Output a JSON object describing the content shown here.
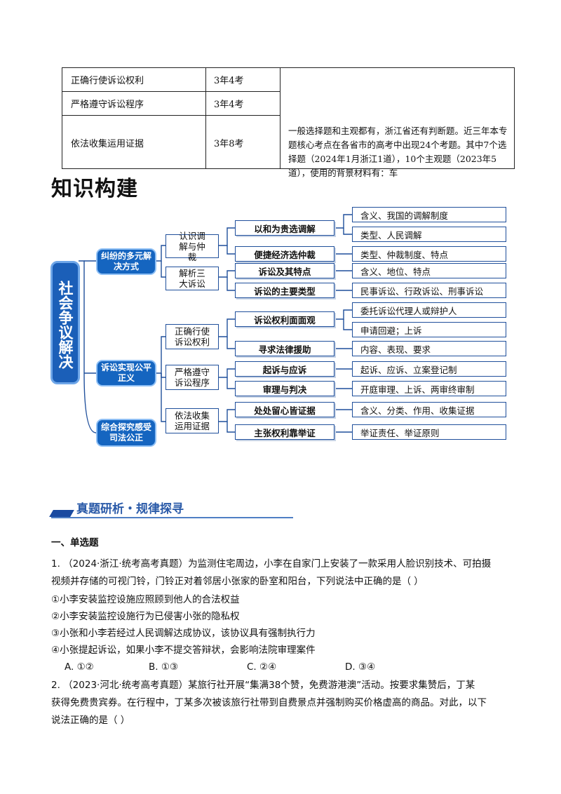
{
  "table": {
    "rows": [
      {
        "topic": "正确行使诉讼权利",
        "freq": "3年4考"
      },
      {
        "topic": "严格遵守诉讼程序",
        "freq": "3年4考"
      },
      {
        "topic": "依法收集运用证据",
        "freq": "3年8考"
      }
    ],
    "note": "一般选择题和主观都有，浙江省还有判断题。近三年本专题核心考点在各省市的高考中出现24个考题。其中7个选择题（2024年1月浙江1道），10个主观题（2023年5道），使用的背景材料有：车"
  },
  "heading": "知识构建",
  "diagram": {
    "root": "社会争议解决",
    "level1": [
      "纠纷的多元解决方式",
      "诉讼实现公平正义",
      "综合探究感受司法公正"
    ],
    "level2": [
      "认识调解与仲裁",
      "解析三大诉讼",
      "正确行使诉讼权利",
      "严格遵守诉讼程序",
      "依法收集运用证据"
    ],
    "level3": [
      "以和为贵选调解",
      "便捷经济选仲裁",
      "诉讼及其特点",
      "诉讼的主要类型",
      "诉讼权利面面观",
      "寻求法律援助",
      "起诉与应诉",
      "审理与判决",
      "处处留心皆证据",
      "主张权利靠举证"
    ],
    "level4": [
      "含义、我国的调解制度",
      "类型、人民调解",
      "类型、仲裁制度、特点",
      "含义、地位、特点",
      "民事诉讼、行政诉讼、刑事诉讼",
      "委托诉讼代理人或辩护人",
      "申请回避；上诉",
      "内容、表现、要求",
      "起诉、应诉、立案登记制",
      "开庭审理、上诉、两审终审制",
      "含义、分类、作用、收集证据",
      "举证责任、举证原则"
    ]
  },
  "section_banner": "真题研析・规律探寻",
  "section_title": "一、单选题",
  "q1": {
    "stem_line1": "1. （2024·浙江·统考高考真题）为监测住宅周边，小李在自家门上安装了一款采用人脸识别技术、可拍摄",
    "stem_line2": "视频并存储的可视门铃，门铃正对着邻居小张家的卧室和阳台，下列说法中正确的是（    ）",
    "items": [
      "①小李安装监控设施应照顾到他人的合法权益",
      "②小李安装监控设施行为已侵害小张的隐私权",
      "③小张和小李若经过人民调解达成协议，该协议具有强制执行力",
      "④小张提起诉讼，如果小李不提交答辩状，会影响法院审理案件"
    ],
    "options": [
      "A. ①②",
      "B. ①③",
      "C. ②④",
      "D. ③④"
    ]
  },
  "q2": {
    "line1": "2. （2023·河北·统考高考真题）某旅行社开展“集满38个赞，免费游港澳”活动。按要求集赞后，丁某",
    "line2": "获得免费贵宾券。在行程中，丁某多次被该旅行社带到自费景点并强制购买价格虚高的商品。对此，以下",
    "line3": "说法正确的是（    ）"
  }
}
